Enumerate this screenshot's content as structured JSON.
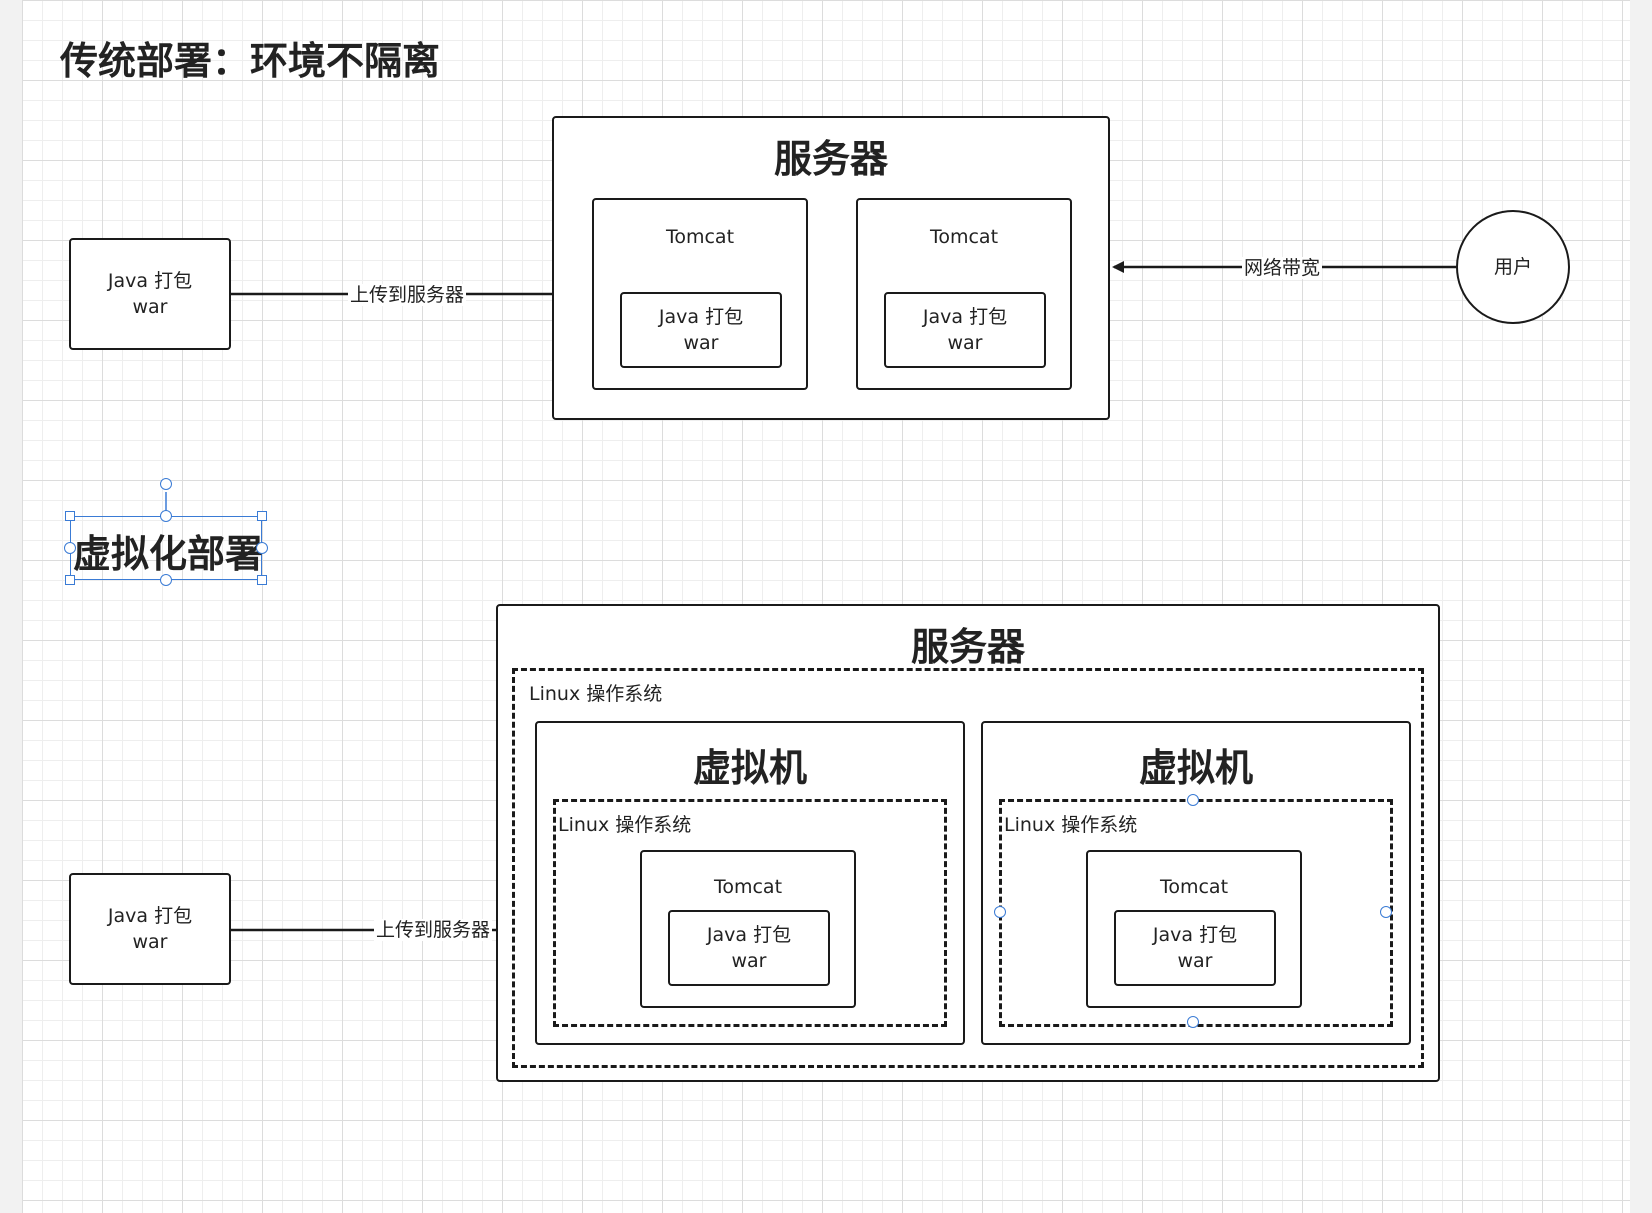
{
  "section1": {
    "title": "传统部署：环境不隔离",
    "server_title": "服务器",
    "tomcat_left": {
      "label": "Tomcat",
      "app_line1": "Java 打包",
      "app_line2": "war"
    },
    "tomcat_right": {
      "label": "Tomcat",
      "app_line1": "Java 打包",
      "app_line2": "war"
    },
    "source_box": {
      "line1": "Java 打包",
      "line2": "war"
    },
    "upload_label": "上传到服务器",
    "bandwidth_label": "网络带宽",
    "user_label": "用户"
  },
  "section2": {
    "title": "虚拟化部署",
    "server_title": "服务器",
    "host_os_label": "Linux 操作系统",
    "vm_left": {
      "title": "虚拟机",
      "os_label": "Linux 操作系统",
      "tomcat_label": "Tomcat",
      "app_line1": "Java 打包",
      "app_line2": "war"
    },
    "vm_right": {
      "title": "虚拟机",
      "os_label": "Linux 操作系统",
      "tomcat_label": "Tomcat",
      "app_line1": "Java 打包",
      "app_line2": "war"
    },
    "source_box": {
      "line1": "Java 打包",
      "line2": "war"
    },
    "upload_label": "上传到服务器"
  },
  "colors": {
    "stroke": "#1a1a1a",
    "selection": "#3a7bd5",
    "grid": "#dcdcdc"
  }
}
